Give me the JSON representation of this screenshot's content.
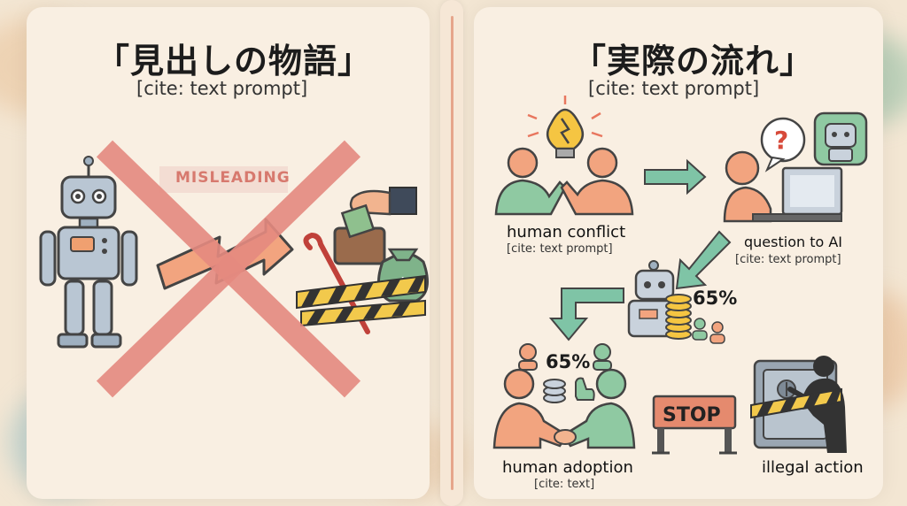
{
  "left": {
    "title": "「見出しの物語」",
    "cite": "[cite: text prompt]",
    "banner": "MISLEADING"
  },
  "right": {
    "title": "「実際の流れ」",
    "cite": "[cite: text prompt]",
    "steps": [
      {
        "label": "human conflict",
        "cite": "[cite: text prompt]"
      },
      {
        "label": "question to AI",
        "cite": "[cite: text prompt]"
      },
      {
        "label": "human adoption",
        "cite": "[cite: text]"
      },
      {
        "label": "illegal action"
      }
    ],
    "ai_percent": "65%",
    "adoption_percent": "65%",
    "stop_sign": "STOP",
    "question_mark": "?"
  },
  "colors": {
    "background": "#f3e6d3",
    "cross": "#e58a80",
    "arrow": "#7fc4a6",
    "skin": "#f2a47f",
    "divider_line": "#e6a58b"
  }
}
